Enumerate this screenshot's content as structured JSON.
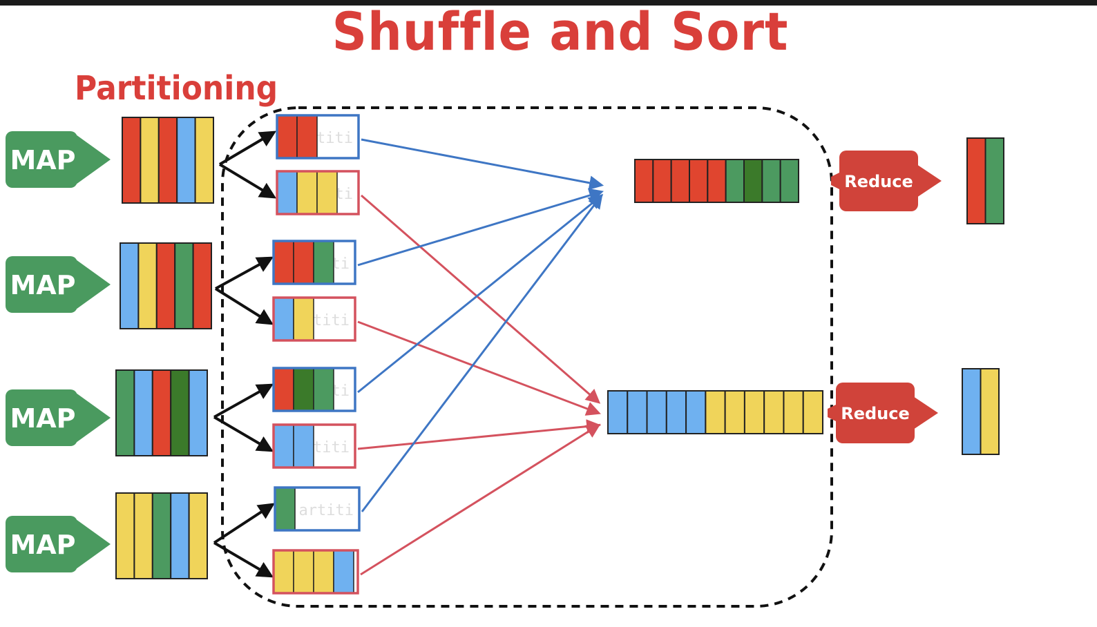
{
  "title": "Shuffle and Sort",
  "partitioning_label": "Partitioning",
  "colors": {
    "red": "#e0452f",
    "yellow": "#f0d45a",
    "green": "#4c9a60",
    "dark_green": "#3b7a2a",
    "blue": "#6fb1f0",
    "map_green": "#4a9a5f",
    "reduce_red": "#d0433a",
    "line_blue": "#3e76c4",
    "line_red": "#d4525e"
  },
  "maps": [
    {
      "label": "MAP",
      "record": [
        "red",
        "yellow",
        "red",
        "blue",
        "yellow"
      ]
    },
    {
      "label": "MAP",
      "record": [
        "blue",
        "yellow",
        "red",
        "green",
        "red"
      ]
    },
    {
      "label": "MAP",
      "record": [
        "green",
        "blue",
        "red",
        "dark_green",
        "blue"
      ]
    },
    {
      "label": "MAP",
      "record": [
        "yellow",
        "yellow",
        "green",
        "blue",
        "yellow"
      ]
    }
  ],
  "partitions": [
    {
      "cells": [
        "red",
        "red"
      ],
      "border": "blue",
      "ghost": "titi"
    },
    {
      "cells": [
        "blue",
        "yellow",
        "yellow"
      ],
      "border": "red",
      "ghost": "ti"
    },
    {
      "cells": [
        "red",
        "red",
        "green"
      ],
      "border": "blue",
      "ghost": "ti"
    },
    {
      "cells": [
        "blue",
        "yellow"
      ],
      "border": "red",
      "ghost": "titi"
    },
    {
      "cells": [
        "red",
        "dark_green",
        "green"
      ],
      "border": "blue",
      "ghost": "ti"
    },
    {
      "cells": [
        "blue",
        "blue"
      ],
      "border": "red",
      "ghost": "titi"
    },
    {
      "cells": [
        "green"
      ],
      "border": "blue",
      "ghost": "artiti"
    },
    {
      "cells": [
        "yellow",
        "yellow",
        "yellow",
        "blue"
      ],
      "border": "red",
      "ghost": ""
    }
  ],
  "sorted": [
    {
      "cells": [
        "red",
        "red",
        "red",
        "red",
        "red",
        "green",
        "dark_green",
        "green",
        "green"
      ]
    },
    {
      "cells": [
        "blue",
        "blue",
        "blue",
        "blue",
        "blue",
        "yellow",
        "yellow",
        "yellow",
        "yellow",
        "yellow",
        "yellow"
      ]
    }
  ],
  "reducers": [
    {
      "label": "Reduce",
      "output": [
        "red",
        "green"
      ]
    },
    {
      "label": "Reduce",
      "output": [
        "blue",
        "yellow"
      ]
    }
  ]
}
